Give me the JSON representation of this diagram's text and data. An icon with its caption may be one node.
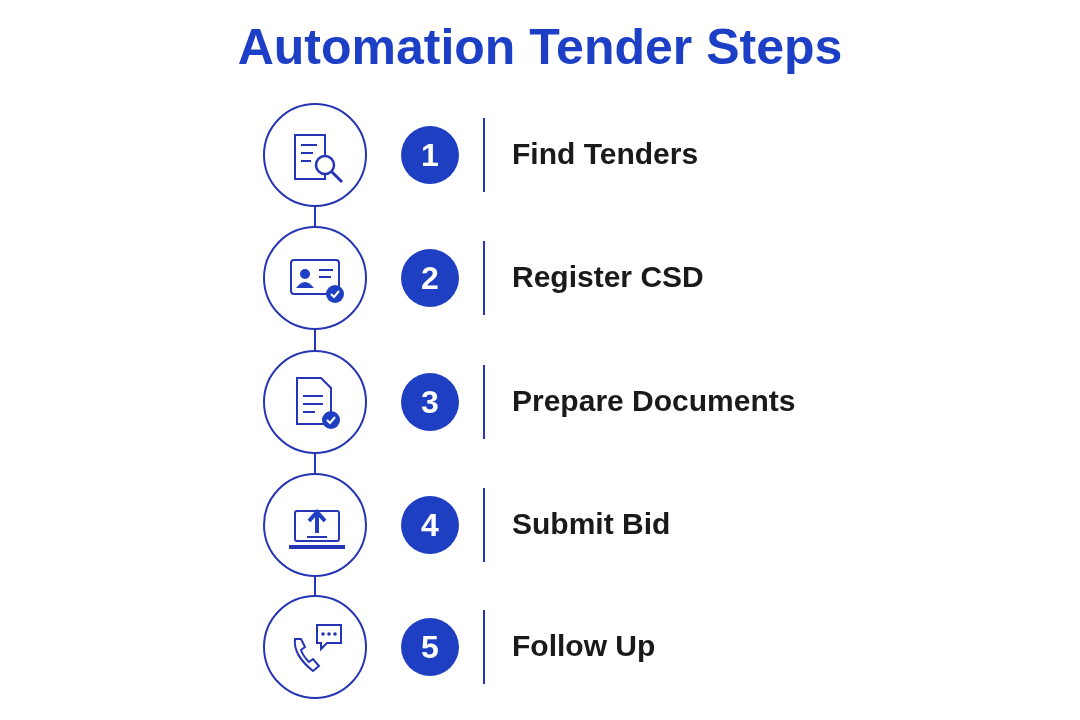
{
  "diagram": {
    "title": "Automation Tender Steps",
    "nodes": [
      {
        "text": [],
        "shape": "circle"
      },
      {
        "text": [],
        "shape": "circle"
      },
      {
        "text": [],
        "shape": "circle"
      },
      {
        "text": [],
        "shape": "circle"
      },
      {
        "text": [],
        "shape": "circle"
      },
      {
        "text": [
          "1"
        ],
        "beside": [
          "Find Tenders"
        ]
      },
      {
        "text": [
          "2"
        ],
        "beside": [
          "Register CSD"
        ]
      },
      {
        "text": [
          "3"
        ],
        "beside": [
          "Prepare Documents"
        ]
      },
      {
        "text": [
          "4"
        ],
        "beside": [
          "Submit Bid"
        ]
      },
      {
        "text": [
          "5"
        ],
        "beside": [
          "Follow Up"
        ]
      }
    ],
    "edges": [
      {
        "from": 0,
        "to": 1,
        "arrow": "none"
      },
      {
        "from": 1,
        "to": 2,
        "arrow": "none"
      },
      {
        "from": 2,
        "to": 3,
        "arrow": "none"
      },
      {
        "from": 3,
        "to": 4,
        "arrow": "none"
      }
    ]
  }
}
